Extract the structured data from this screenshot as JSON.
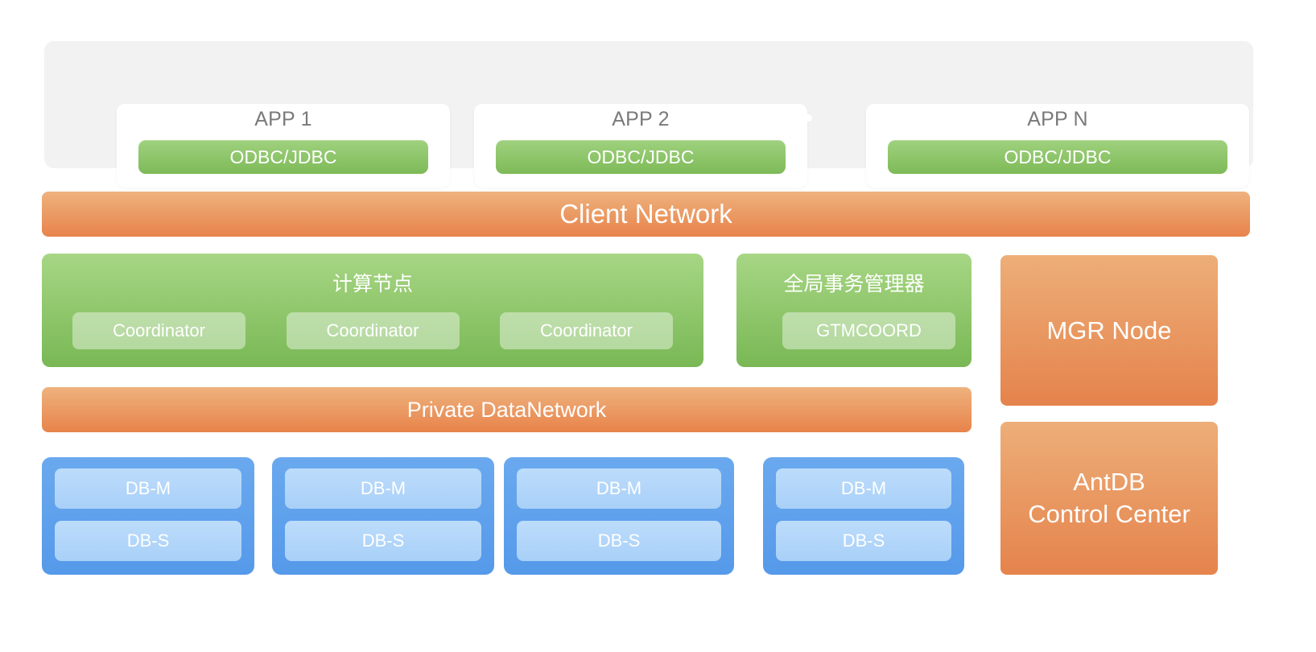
{
  "app_layer": {
    "cards": [
      {
        "title": "APP 1",
        "connector": "ODBC/JDBC"
      },
      {
        "title": "APP 2",
        "connector": "ODBC/JDBC"
      },
      {
        "title": "APP N",
        "connector": "ODBC/JDBC"
      }
    ],
    "ellipsis": "·"
  },
  "networks": {
    "client": "Client Network",
    "private": "Private DataNetwork"
  },
  "compute": {
    "title": "计算节点",
    "coordinators": [
      "Coordinator",
      "Coordinator",
      "Coordinator"
    ]
  },
  "gtm": {
    "title": "全局事务管理器",
    "node": "GTMCOORD"
  },
  "side_blocks": {
    "mgr": "MGR Node",
    "control_center_line1": "AntDB",
    "control_center_line2": "Control Center"
  },
  "db_groups": [
    {
      "master": "DB-M",
      "slave": "DB-S"
    },
    {
      "master": "DB-M",
      "slave": "DB-S"
    },
    {
      "master": "DB-M",
      "slave": "DB-S"
    },
    {
      "master": "DB-M",
      "slave": "DB-S"
    }
  ],
  "colors": {
    "green_light": "#a7d684",
    "green_dark": "#79b855",
    "orange_light": "#eeb27e",
    "orange_dark": "#e8834a",
    "blue_group": "#5599ea",
    "blue_pill": "#b4d7fa",
    "panel_gray": "#f2f2f2",
    "app_title_gray": "#7a7a7a"
  }
}
